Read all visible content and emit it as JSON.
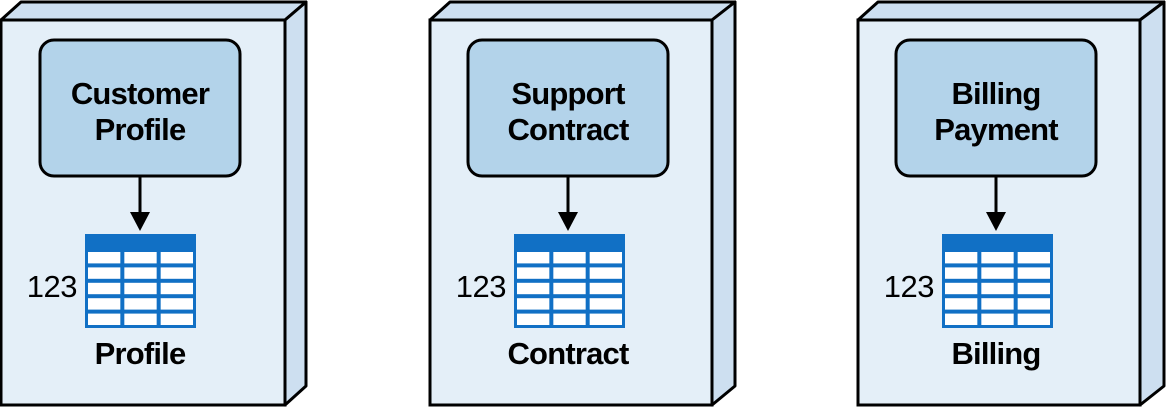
{
  "colors": {
    "container_fill": "#e4eff8",
    "container_side": "#cddff0",
    "container_stroke": "#000000",
    "box_fill": "#b3d3ea",
    "table_header": "#1170c5",
    "table_cell": "#1170c5",
    "arrow": "#000000"
  },
  "icons": {
    "table": "data-table-icon",
    "arrow": "arrow-down-icon"
  },
  "containers": [
    {
      "box_lines": [
        "Customer",
        "Profile"
      ],
      "side_label": "123",
      "table_label": "Profile"
    },
    {
      "box_lines": [
        "Support",
        "Contract"
      ],
      "side_label": "123",
      "table_label": "Contract"
    },
    {
      "box_lines": [
        "Billing",
        "Payment"
      ],
      "side_label": "123",
      "table_label": "Billing"
    }
  ]
}
